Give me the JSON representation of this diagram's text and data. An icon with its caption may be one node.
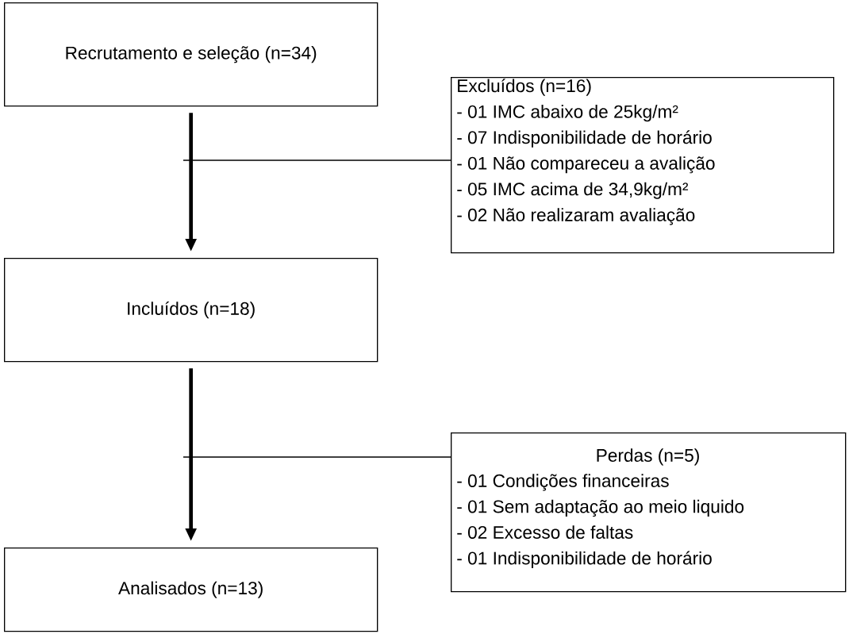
{
  "diagram": {
    "nodes": [
      {
        "text": [
          "Recrutamento e seleção (n=34)"
        ]
      },
      {
        "text": [
          "Excluídos (n=16)",
          "- 01 IMC abaixo de 25kg/m²",
          "- 07 Indisponibilidade de horário",
          "- 01 Não compareceu a avalição",
          "- 05 IMC acima de 34,9kg/m²",
          "- 02 Não realizaram avaliação"
        ]
      },
      {
        "text": [
          "Incluídos (n=18)"
        ]
      },
      {
        "text": [
          "Perdas (n=5)",
          "- 01 Condições financeiras",
          "- 01 Sem adaptação ao meio liquido",
          "- 02 Excesso de faltas",
          "- 01 Indisponibilidade de horário"
        ]
      },
      {
        "text": [
          "Analisados (n=13)"
        ]
      }
    ],
    "edges": [
      {
        "from": 0,
        "to": 2,
        "arrow": "to",
        "style": "thick"
      },
      {
        "from": null,
        "to": 1,
        "arrow": "none"
      },
      {
        "from": 2,
        "to": 4,
        "arrow": "to",
        "style": "thick"
      },
      {
        "from": null,
        "to": 3,
        "arrow": "none"
      }
    ]
  }
}
